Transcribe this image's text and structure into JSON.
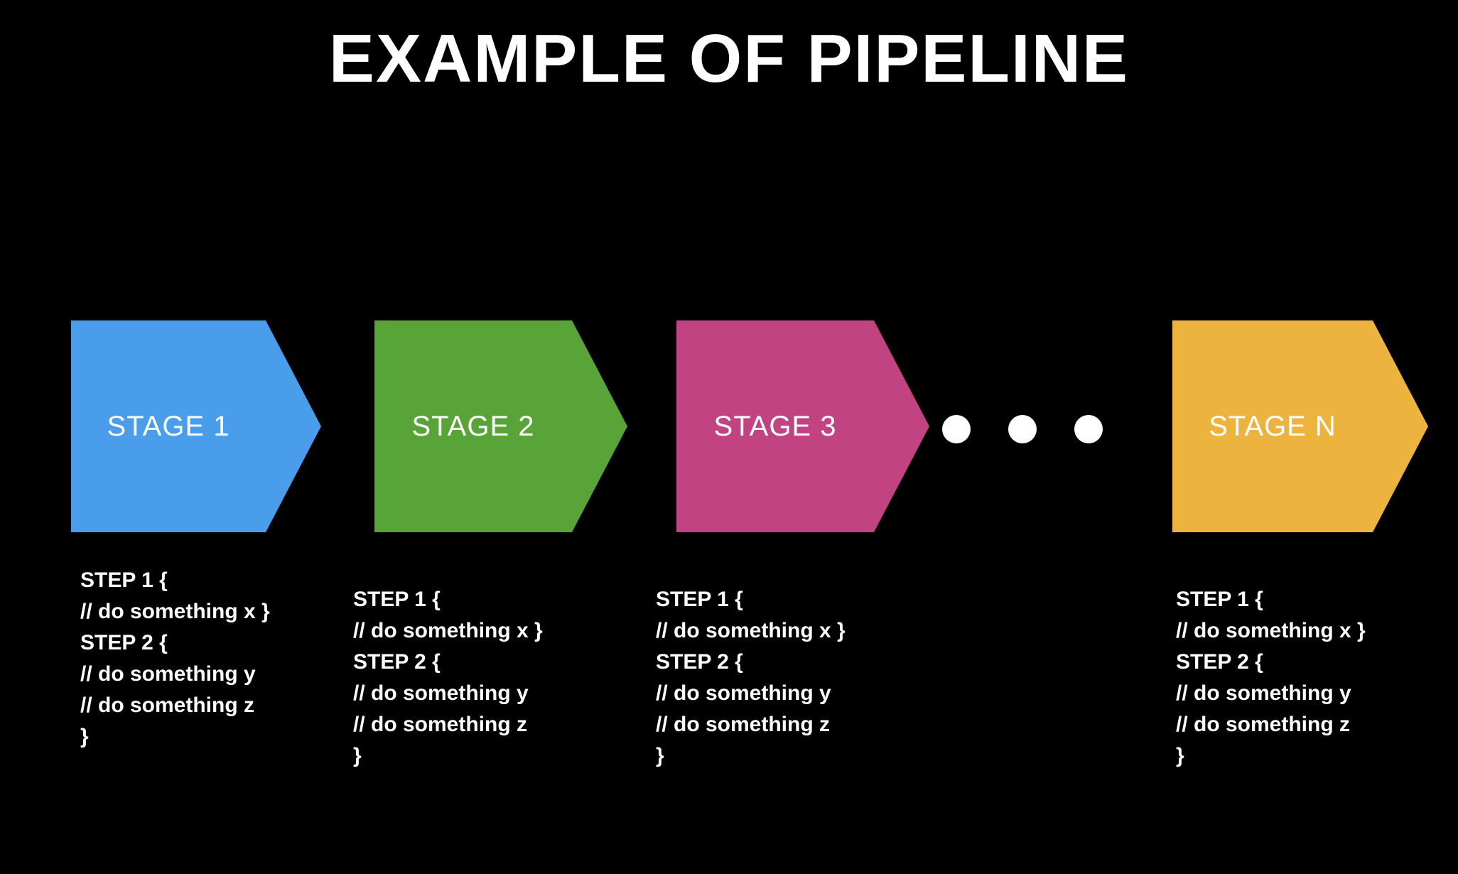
{
  "title": "EXAMPLE OF PIPELINE",
  "background_color": "#000000",
  "text_color": "#FFFFFF",
  "ellipsis": {
    "dot_count": 3,
    "dot_color": "#FFFFFF"
  },
  "stages": [
    {
      "label": "STAGE 1",
      "color": "#4A9DEB",
      "steps": "STEP 1 {\n// do something x }\nSTEP 2 {\n// do something y\n// do something z\n}"
    },
    {
      "label": "STAGE 2",
      "color": "#58A438",
      "steps": "STEP 1 {\n// do something x }\nSTEP 2 {\n// do something y\n// do something z\n}"
    },
    {
      "label": "STAGE 3",
      "color": "#C14382",
      "steps": "STEP 1 {\n// do something x }\nSTEP 2 {\n// do something y\n// do something z\n}"
    },
    {
      "label": "STAGE N",
      "color": "#EDB33F",
      "steps": "STEP 1 {\n// do something x }\nSTEP 2 {\n// do something y\n// do something z\n}"
    }
  ]
}
